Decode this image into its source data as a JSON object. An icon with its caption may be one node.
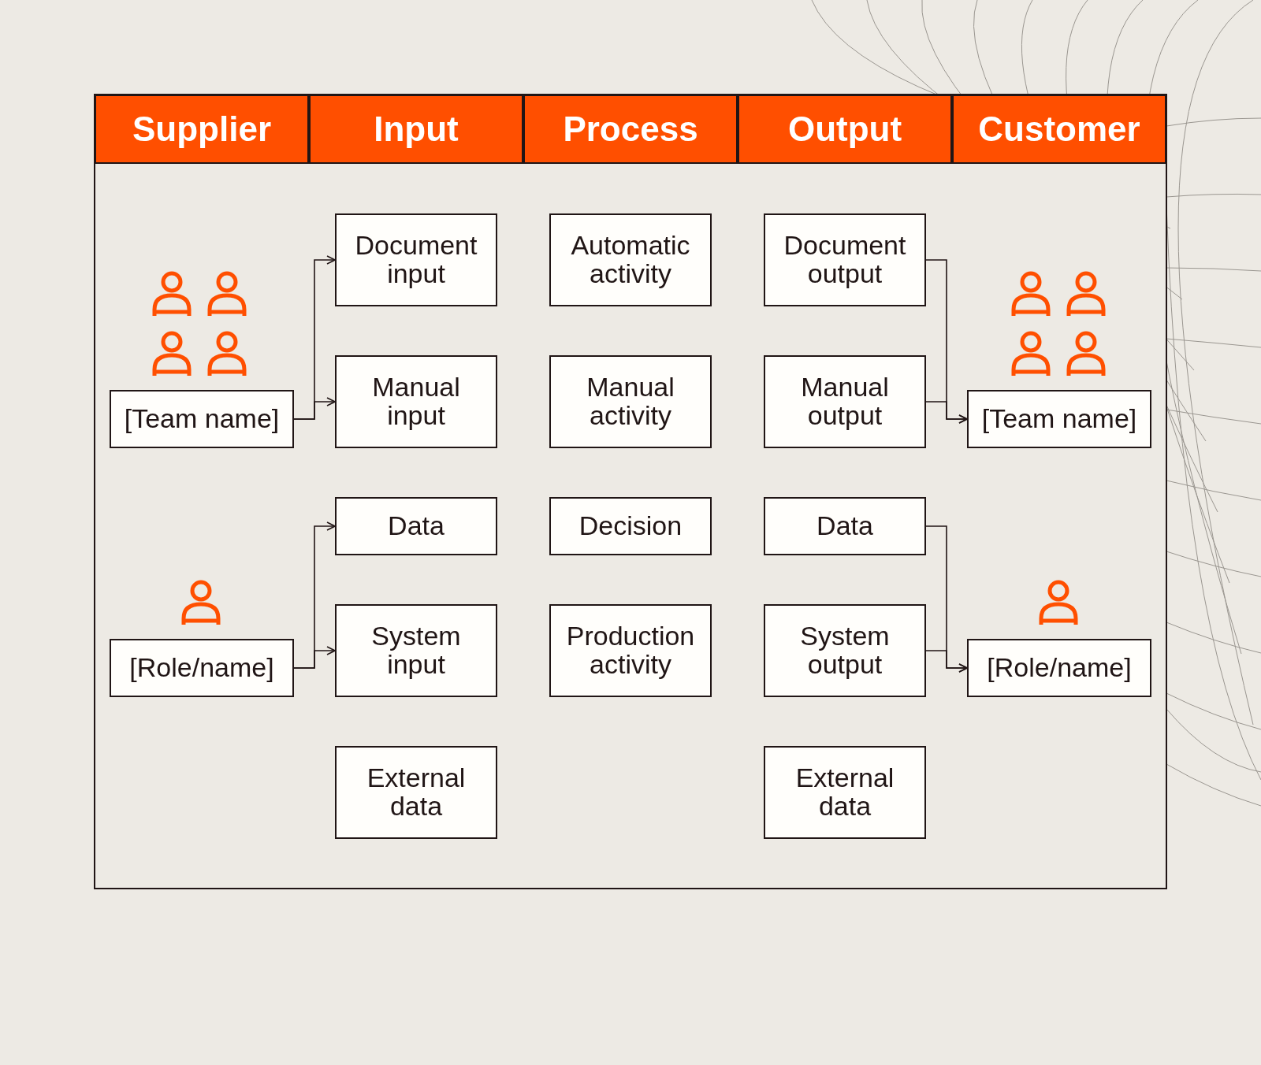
{
  "diagram": {
    "nodes": [
      {
        "text": [
          "Supplier"
        ]
      },
      {
        "text": [
          "Input"
        ]
      },
      {
        "text": [
          "Process"
        ]
      },
      {
        "text": [
          "Output"
        ]
      },
      {
        "text": [
          "Customer"
        ]
      },
      {
        "text": [
          "Document input"
        ]
      },
      {
        "text": [
          "Automatic activity"
        ]
      },
      {
        "text": [
          "Document output"
        ]
      },
      {
        "text": [
          "[Team name]"
        ]
      },
      {
        "text": [
          "Manual input"
        ]
      },
      {
        "text": [
          "Manual activity"
        ]
      },
      {
        "text": [
          "Manual output"
        ]
      },
      {
        "text": [
          "[Team name]"
        ]
      },
      {
        "text": [
          "Data"
        ]
      },
      {
        "text": [
          "Decision"
        ]
      },
      {
        "text": [
          "Data"
        ]
      },
      {
        "text": [
          "[Role/name]"
        ]
      },
      {
        "text": [
          "System input"
        ]
      },
      {
        "text": [
          "Production activity"
        ]
      },
      {
        "text": [
          "System output"
        ]
      },
      {
        "text": [
          "[Role/name]"
        ]
      },
      {
        "text": [
          "External data"
        ]
      },
      {
        "text": [
          "External data"
        ]
      }
    ],
    "edges": [
      {
        "from": 8,
        "to": 5,
        "arrow": "to"
      },
      {
        "from": 8,
        "to": 9,
        "arrow": "to"
      },
      {
        "from": 16,
        "to": 13,
        "arrow": "to"
      },
      {
        "from": 16,
        "to": 17,
        "arrow": "to"
      },
      {
        "from": 7,
        "to": 12,
        "arrow": "to"
      },
      {
        "from": 11,
        "to": 12,
        "arrow": "to"
      },
      {
        "from": 15,
        "to": 20,
        "arrow": "to"
      },
      {
        "from": 19,
        "to": 20,
        "arrow": "to"
      }
    ]
  }
}
